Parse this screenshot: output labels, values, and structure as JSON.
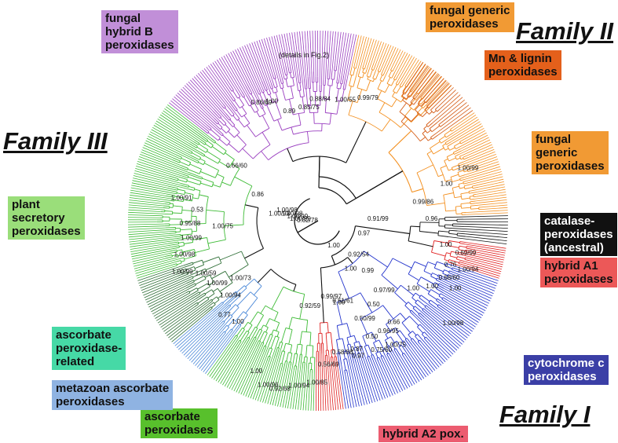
{
  "colors": {
    "family_i": "#2233cc",
    "family_ii": "#f39020",
    "family_iii": "#3dbb35",
    "hybrid_b": "#9a3fc0",
    "red": "#e02020",
    "black": "#111111",
    "blue_light": "#4a88d8",
    "dark_green": "#2e6e36",
    "mn": "#d45a14",
    "grey": "#888888"
  },
  "families": {
    "family_i": "Family I",
    "family_ii": "Family II",
    "family_iii": "Family III"
  },
  "labels": {
    "fungal_hybrid_b": {
      "text": "fungal\nhybrid B\nperoxidases",
      "bg": "#c18fd8"
    },
    "fungal_generic_top": {
      "text": "fungal generic\nperoxidases",
      "bg": "#f19a34"
    },
    "mn_lignin": {
      "text": "Mn & lignin\nperoxidases",
      "bg": "#e4601b"
    },
    "fungal_generic_right": {
      "text": "fungal\ngeneric\nperoxidases",
      "bg": "#f19a34"
    },
    "catalase": {
      "text": "catalase-\nperoxidases\n(ancestral)",
      "bg": "#111111",
      "fg": "#ffffff"
    },
    "hybrid_a1": {
      "text": "hybrid A1\nperoxidases",
      "bg": "#ec5858"
    },
    "cytochrome": {
      "text": "cytochrome c\nperoxidases",
      "bg": "#3b3fa6",
      "fg": "#ffffff"
    },
    "hybrid_a2": {
      "text": "hybrid A2 pox.",
      "bg": "#ec5c70"
    },
    "ascorbate": {
      "text": "ascorbate\nperoxidases",
      "bg": "#58c02c"
    },
    "metazoan": {
      "text": "metazoan ascorbate\nperoxidases",
      "bg": "#8fb3e2"
    },
    "ascorbate_related": {
      "text": "ascorbate\nperoxidase-\nrelated",
      "bg": "#46d9a6"
    },
    "plant_secretory": {
      "text": "plant\nsecretory\nperoxidases",
      "bg": "#9ade7a"
    }
  },
  "details_note": "(details in Fig.2)",
  "support_values": [
    "1.00",
    "1.00/96",
    "0.92/68",
    "1.00/94",
    "1.00/85",
    "0.56/69",
    "0.58/86",
    "0.97",
    "0.50",
    "1.00/75",
    "0.66",
    "0.50/99",
    "0.50",
    "0.97/99",
    "0.51/61",
    "0.92/59",
    "1.00",
    "0.77",
    "1.00/94",
    "1.00/99",
    "1.00/73",
    "1.00/99",
    "1.00/59",
    "1.00/98",
    "1.00/99",
    "0.95/88",
    "0.53",
    "1.00/91",
    "1.00/75",
    "0.82/78",
    "1.00/99",
    "1.00/99",
    "1.00/98",
    "1.00/98",
    "1.00/93",
    "0.86",
    "0.66/60",
    "0.86/69",
    "1.00",
    "0.89",
    "0.85/75",
    "0.88/84",
    "1.00/55",
    "0.99/79",
    "0.92/54",
    "1.00",
    "0.76",
    "1.00",
    "0.96",
    "0.99/86",
    "1.00",
    "1.00/99",
    "0.91/99",
    "0.97",
    "0.69/99",
    "1.00/94",
    "0.68/60",
    "1.00",
    "1.00",
    "1.00/98",
    "0.99",
    "1.00",
    "1.00",
    "0.96/95",
    "0.75/60",
    "0.87",
    "1.00",
    "0.99/97"
  ]
}
